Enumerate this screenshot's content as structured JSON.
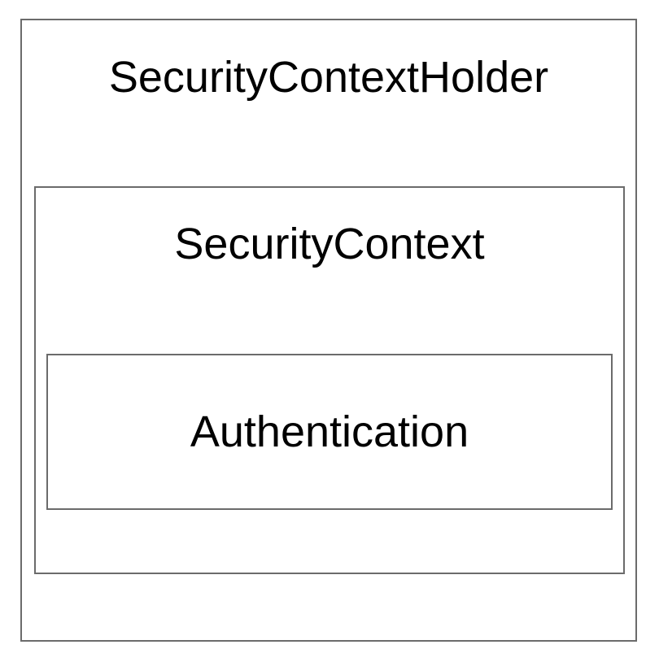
{
  "diagram": {
    "type": "nested-box-diagram",
    "boxes": {
      "security_context_holder": {
        "label": "SecurityContextHolder"
      },
      "security_context": {
        "label": "SecurityContext"
      },
      "authentication": {
        "label": "Authentication"
      }
    },
    "colors": {
      "border": "#6b6b6b",
      "text": "#000000",
      "background": "#ffffff"
    }
  }
}
